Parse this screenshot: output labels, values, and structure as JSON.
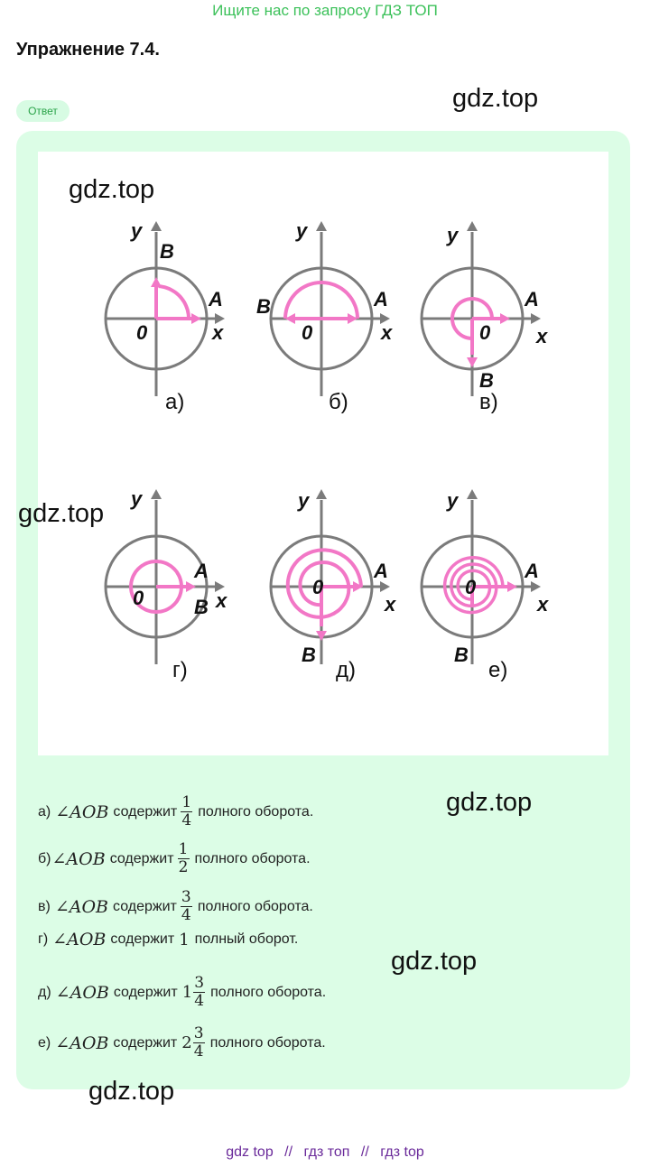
{
  "banner": "Ищите нас по запросу ГДЗ ТОП",
  "title": "Упражнение 7.4.",
  "badge": "Ответ",
  "watermark": "gdz.top",
  "figure": {
    "axis_x": "x",
    "axis_y": "y",
    "origin": "0",
    "point_a": "A",
    "point_b": "B",
    "labels": [
      "а)",
      "б)",
      "в)",
      "г)",
      "д)",
      "е)"
    ]
  },
  "answers": [
    {
      "prefix": "а)",
      "angle": "AOB",
      "verb": "содержит",
      "whole": "",
      "num": "1",
      "den": "4",
      "suffix": "полного оборота."
    },
    {
      "prefix": "б)",
      "angle": "AOB",
      "verb": "содержит",
      "whole": "",
      "num": "1",
      "den": "2",
      "suffix": "полного оборота."
    },
    {
      "prefix": "в)",
      "angle": "AOB",
      "verb": "содержит",
      "whole": "",
      "num": "3",
      "den": "4",
      "suffix": "полного оборота."
    },
    {
      "prefix": "г)",
      "angle": "AOB",
      "verb": "содержит",
      "whole": "1",
      "num": "",
      "den": "",
      "suffix": "полный оборот."
    },
    {
      "prefix": "д)",
      "angle": "AOB",
      "verb": "содержит",
      "whole": "1",
      "num": "3",
      "den": "4",
      "suffix": "полного оборота."
    },
    {
      "prefix": "е)",
      "angle": "AOB",
      "verb": "содержит",
      "whole": "2",
      "num": "3",
      "den": "4",
      "suffix": "полного оборота."
    }
  ],
  "footer": {
    "link1": "gdz top",
    "sep": "//",
    "link2": "гдз топ",
    "link3": "гдз top"
  },
  "colors": {
    "banner": "#3cc15a",
    "card": "#dcfde6",
    "arc": "#f277c6",
    "axis": "#7b7b7b",
    "footer": "#6a2a9a"
  }
}
